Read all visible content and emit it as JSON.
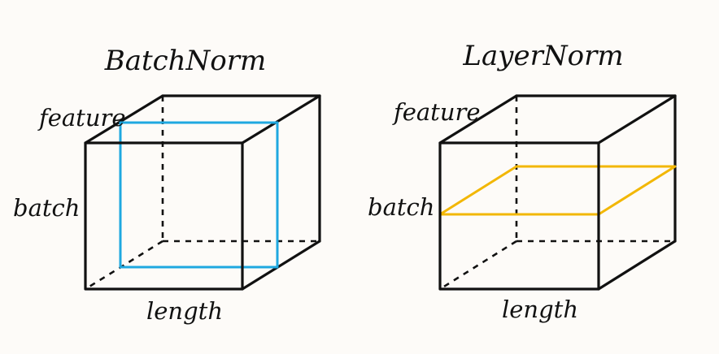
{
  "panels": [
    {
      "title": "BatchNorm",
      "labels": {
        "feature": "feature",
        "batch": "batch",
        "length": "length"
      },
      "highlight": {
        "kind": "feature-slice",
        "color": "#1fa8e0"
      }
    },
    {
      "title": "LayerNorm",
      "labels": {
        "feature": "feature",
        "batch": "batch",
        "length": "length"
      },
      "highlight": {
        "kind": "batch-slice",
        "color": "#f2b705"
      }
    }
  ],
  "colors": {
    "line": "#111111",
    "background": "#fdfbf8"
  }
}
